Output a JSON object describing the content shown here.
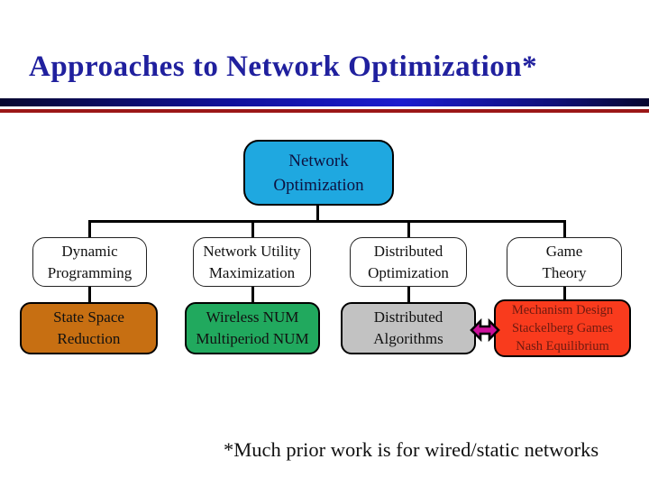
{
  "slide": {
    "title": "Approaches to Network Optimization*",
    "footnote": "*Much prior work is for wired/static networks"
  },
  "colors": {
    "title": "#20209E",
    "divider_navy": "#07072F",
    "divider_blue": "#1C1CCE",
    "divider_red": "#9B1717",
    "root_fill": "#1FA8E0",
    "orange_fill": "#C76F12",
    "green_fill": "#21A95E",
    "gray_fill": "#C2C2C2",
    "red_fill": "#F93B1D",
    "red_text": "#6E1A10",
    "arrow_fill": "#CC0F9B"
  },
  "tree": {
    "root": {
      "lines": [
        "Network",
        "Optimization"
      ]
    },
    "level1": [
      {
        "lines": [
          "Dynamic",
          "Programming"
        ]
      },
      {
        "lines": [
          "Network Utility",
          "Maximization"
        ]
      },
      {
        "lines": [
          "Distributed",
          "Optimization"
        ]
      },
      {
        "lines": [
          "Game",
          "Theory"
        ]
      }
    ],
    "level2": [
      {
        "lines": [
          "State Space",
          "Reduction"
        ]
      },
      {
        "lines": [
          "Wireless NUM",
          "Multiperiod NUM"
        ]
      },
      {
        "lines": [
          "Distributed",
          "Algorithms"
        ]
      },
      {
        "lines": [
          "Mechanism Design",
          "Stackelberg Games",
          "Nash Equilibrium"
        ]
      }
    ]
  }
}
